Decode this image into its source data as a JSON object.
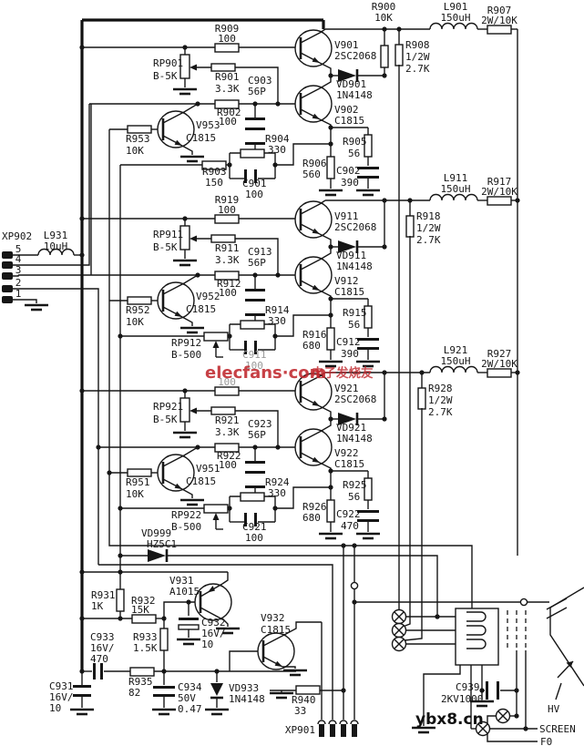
{
  "blocks": [
    {
      "in_r": {
        "name": "R909",
        "value": "100"
      },
      "bias_pot": {
        "name": "RP901",
        "value": "B-5K"
      },
      "fb_r": {
        "name": "R901",
        "value": "3.3K"
      },
      "comp_c": {
        "name": "C903",
        "value": "56P"
      },
      "base_r": {
        "name": "R902",
        "value": "100"
      },
      "driver_q": {
        "name": "V953",
        "value": "C1815"
      },
      "driver_r": {
        "name": "R953",
        "value": "10K"
      },
      "emitter_el": {
        "name": "R903",
        "value": "150"
      },
      "par_r": {
        "name": "R904",
        "value": "330"
      },
      "par_c": {
        "name": "C901",
        "value": "100"
      },
      "cas_q": {
        "name": "V901",
        "value": "2SC2068"
      },
      "clamp_d": {
        "name": "VD901",
        "value": "1N4148"
      },
      "out_q": {
        "name": "V902",
        "value": "C1815"
      },
      "e_r1": {
        "name": "R905",
        "value": "56"
      },
      "e_r2": {
        "name": "R906",
        "value": "560"
      },
      "e_c": {
        "name": "C902",
        "value": "390"
      },
      "out_r": {
        "name": "R908",
        "pow": "1/2W",
        "value": "2.7K"
      },
      "ind": {
        "name": "L901",
        "value": "150uH"
      },
      "load_r": {
        "name": "R907",
        "value": "2W/10K"
      },
      "top_r": {
        "name": "R900",
        "value": "10K"
      }
    },
    {
      "in_r": {
        "name": "R919",
        "value": "100"
      },
      "bias_pot": {
        "name": "RP911",
        "value": "B-5K"
      },
      "fb_r": {
        "name": "R911",
        "value": "3.3K"
      },
      "comp_c": {
        "name": "C913",
        "value": "56P"
      },
      "base_r": {
        "name": "R912",
        "value": "100"
      },
      "driver_q": {
        "name": "V952",
        "value": "C1815"
      },
      "driver_r": {
        "name": "R952",
        "value": "10K"
      },
      "emitter_el": {
        "name": "RP912",
        "value": "B-500"
      },
      "par_r": {
        "name": "R914",
        "value": "330"
      },
      "par_c": {
        "name": "C911",
        "value": "100"
      },
      "cas_q": {
        "name": "V911",
        "value": "2SC2068"
      },
      "clamp_d": {
        "name": "VD911",
        "value": "1N4148"
      },
      "out_q": {
        "name": "V912",
        "value": "C1815"
      },
      "e_r1": {
        "name": "R915",
        "value": "56"
      },
      "e_r2": {
        "name": "R916",
        "value": "680"
      },
      "e_c": {
        "name": "C912",
        "value": "390"
      },
      "out_r": {
        "name": "R918",
        "pow": "1/2W",
        "value": "2.7K"
      },
      "ind": {
        "name": "L911",
        "value": "150uH"
      },
      "load_r": {
        "name": "R917",
        "value": "2W/10K"
      }
    },
    {
      "in_r": {
        "name": "",
        "value": "100"
      },
      "bias_pot": {
        "name": "RP921",
        "value": "B-5K"
      },
      "fb_r": {
        "name": "R921",
        "value": "3.3K"
      },
      "comp_c": {
        "name": "C923",
        "value": "56P"
      },
      "base_r": {
        "name": "R922",
        "value": "100"
      },
      "driver_q": {
        "name": "V951",
        "value": "C1815"
      },
      "driver_r": {
        "name": "R951",
        "value": "10K"
      },
      "emitter_el": {
        "name": "RP922",
        "value": "B-500"
      },
      "par_r": {
        "name": "R924",
        "value": "330"
      },
      "par_c": {
        "name": "C921",
        "value": "100"
      },
      "cas_q": {
        "name": "V921",
        "value": "2SC2068"
      },
      "clamp_d": {
        "name": "VD921",
        "value": "1N4148"
      },
      "out_q": {
        "name": "V922",
        "value": "C1815"
      },
      "e_r1": {
        "name": "R925",
        "value": "56"
      },
      "e_r2": {
        "name": "R926",
        "value": "680"
      },
      "e_c": {
        "name": "C922",
        "value": "470"
      },
      "out_r": {
        "name": "R928",
        "pow": "1/2W",
        "value": "2.7K"
      },
      "ind": {
        "name": "L921",
        "value": "150uH"
      },
      "load_r": {
        "name": "R927",
        "value": "2W/10K"
      }
    }
  ],
  "input": {
    "connector": "XP902",
    "pins": [
      "5",
      "4",
      "3",
      "2",
      "1"
    ],
    "ind": {
      "name": "L931",
      "value": "10uH"
    }
  },
  "bias": {
    "v931": {
      "name": "V931",
      "value": "A1015"
    },
    "r931": {
      "name": "R931",
      "value": "1K"
    },
    "r932": {
      "name": "R932",
      "value": "15K"
    },
    "r933": {
      "name": "R933",
      "value": "1.5K"
    },
    "c932": {
      "name": "C932",
      "v1": "16V/",
      "v2": "10"
    },
    "c933": {
      "name": "C933",
      "v1": "16V/",
      "v2": "470"
    },
    "c931": {
      "name": "C931",
      "v1": "16V/",
      "v2": "10"
    },
    "r935": {
      "name": "R935",
      "value": "82"
    },
    "c934": {
      "name": "C934",
      "v1": "50V",
      "v2": "0.47"
    },
    "vd933": {
      "name": "VD933",
      "value": "1N4148"
    },
    "v932": {
      "name": "V932",
      "value": "C1815"
    },
    "vd999": {
      "name": "VD999",
      "value": "HZ5C1"
    }
  },
  "output": {
    "r940": {
      "name": "R940",
      "value": "33"
    },
    "connector": "XP901",
    "c939": {
      "name": "C939",
      "value": "2KV1000"
    },
    "hv": "HV",
    "screen": "SCREEN",
    "f0": "F0"
  },
  "watermarks": {
    "red": "elecfans·com",
    "red_cn": "电子发烧友",
    "black": "ybx8.cn"
  }
}
